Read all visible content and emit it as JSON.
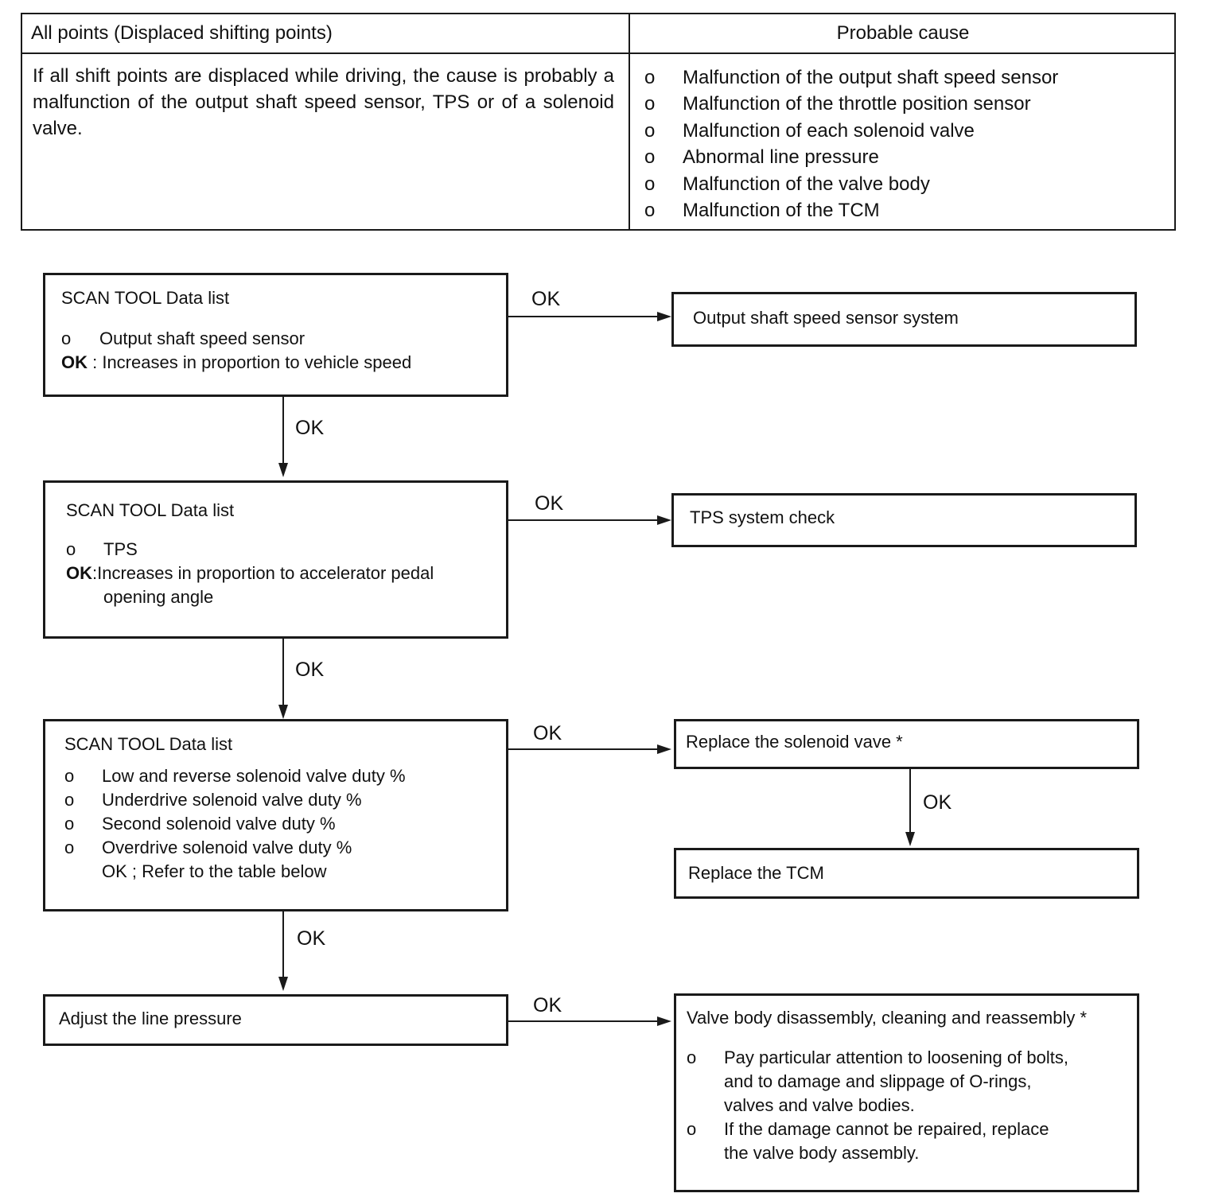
{
  "table": {
    "header_left": "All points (Displaced shifting points)",
    "header_right": "Probable cause",
    "description": "If all shift points are displaced while driving, the cause is probably a malfunction of the output shaft speed sensor, TPS or of a solenoid valve.",
    "bullet": "o",
    "causes": [
      "Malfunction of the output shaft speed sensor",
      "Malfunction of the throttle position sensor",
      "Malfunction of each solenoid valve",
      "Abnormal line pressure",
      "Malfunction of the valve body",
      "Malfunction of the TCM"
    ]
  },
  "flow": {
    "ok": "OK",
    "step1": {
      "title": "SCAN TOOL Data list",
      "bullet": "o",
      "item": "Output shaft speed sensor",
      "ok_label": "OK",
      "ok_text": " : Increases in proportion to vehicle speed"
    },
    "step1_result": "Output shaft speed sensor system",
    "step2": {
      "title": "SCAN TOOL Data list",
      "bullet": "o",
      "item": "TPS",
      "ok_label": "OK",
      "ok_text_1": ":Increases in proportion to accelerator pedal",
      "ok_text_2": "opening angle"
    },
    "step2_result": "TPS system check",
    "step3": {
      "title": "SCAN TOOL Data list",
      "bullet": "o",
      "items": [
        "Low and reverse solenoid valve duty %",
        "Underdrive solenoid valve duty %",
        "Second solenoid valve duty %",
        "Overdrive solenoid valve duty %"
      ],
      "ok_line": "OK ; Refer to the table below"
    },
    "step3_result": "Replace the solenoid vave *",
    "step3_result2": "Replace the TCM",
    "step4": {
      "title": "Adjust the line pressure"
    },
    "step4_result": {
      "title": "Valve body disassembly, cleaning and reassembly *",
      "bullet": "o",
      "note1_lines": [
        "Pay particular attention to loosening of bolts,",
        "and to damage and slippage of O-rings,",
        "valves and valve bodies."
      ],
      "note2_lines": [
        "If the damage cannot be repaired, replace",
        "the valve body assembly."
      ]
    }
  }
}
